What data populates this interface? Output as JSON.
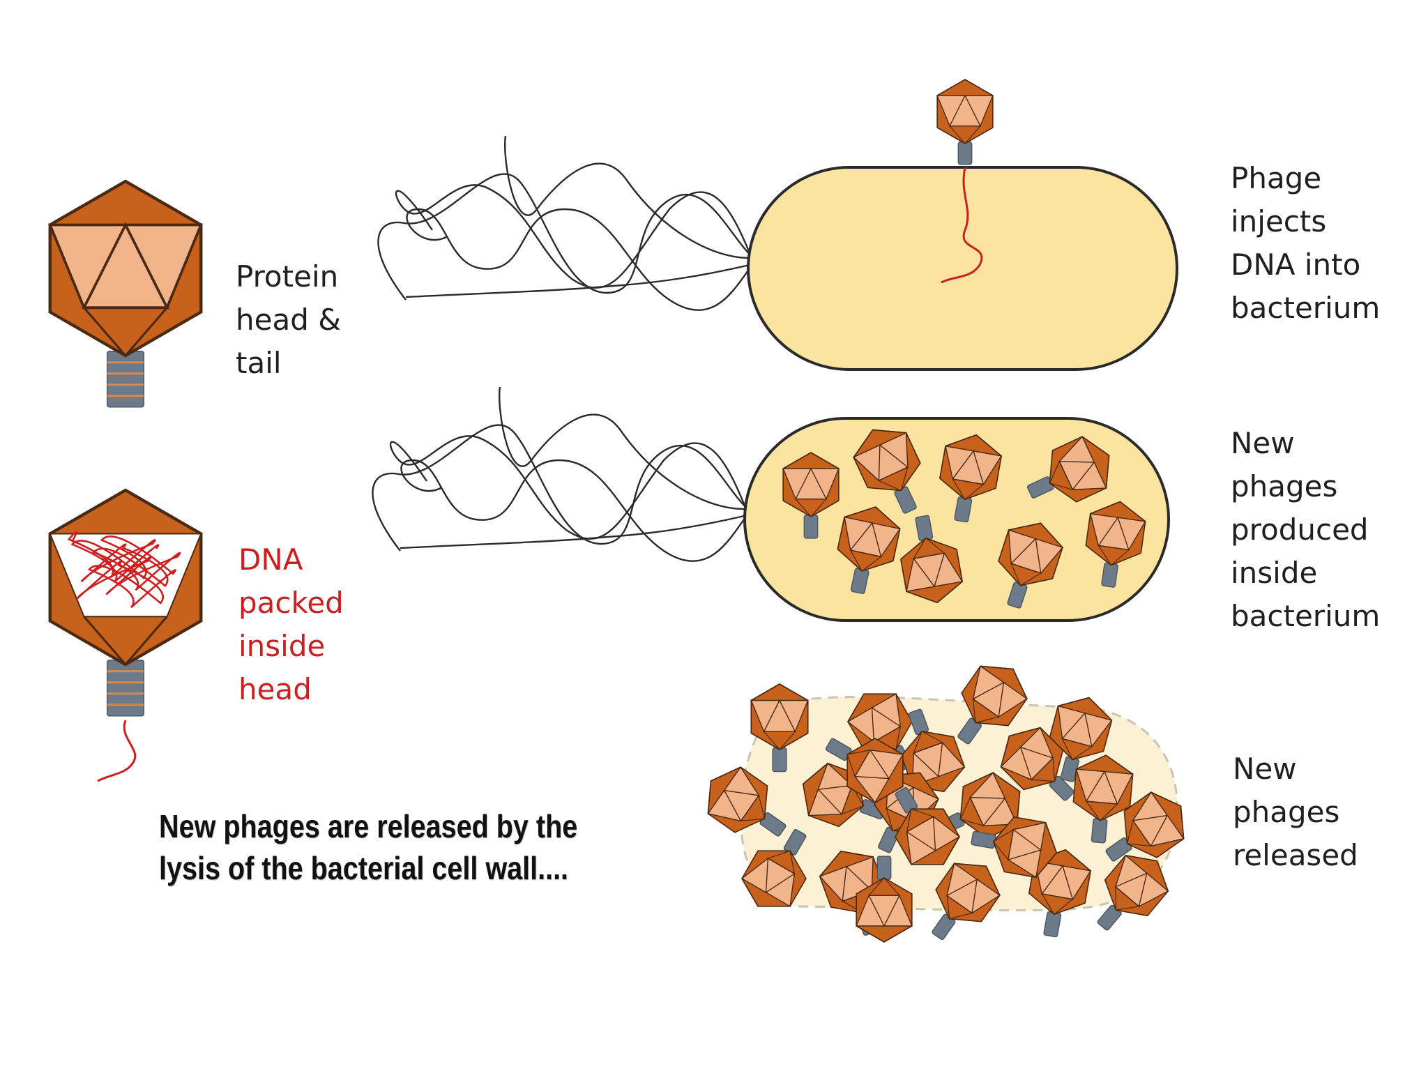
{
  "labels": {
    "protein": [
      "Protein",
      "head &",
      "tail"
    ],
    "dna": [
      "DNA",
      "packed",
      "inside",
      "head"
    ],
    "inject": [
      "Phage",
      "injects",
      "DNA into",
      "bacterium"
    ],
    "produced": [
      "New",
      "phages",
      "produced",
      "inside",
      "bacterium"
    ],
    "released": [
      "New",
      "phages",
      "released"
    ]
  },
  "caption": [
    "New phages are released by the",
    "lysis of the bacterial cell wall...."
  ],
  "colors": {
    "capsid": "#c8611c",
    "capsid_face": "#f2b48a",
    "tail": "#6c7a89",
    "dna": "#cc1f1f",
    "cell": "#fbe3a0",
    "cell_lysed": "#fdf1d4",
    "label_red": "#cc1f1f"
  }
}
